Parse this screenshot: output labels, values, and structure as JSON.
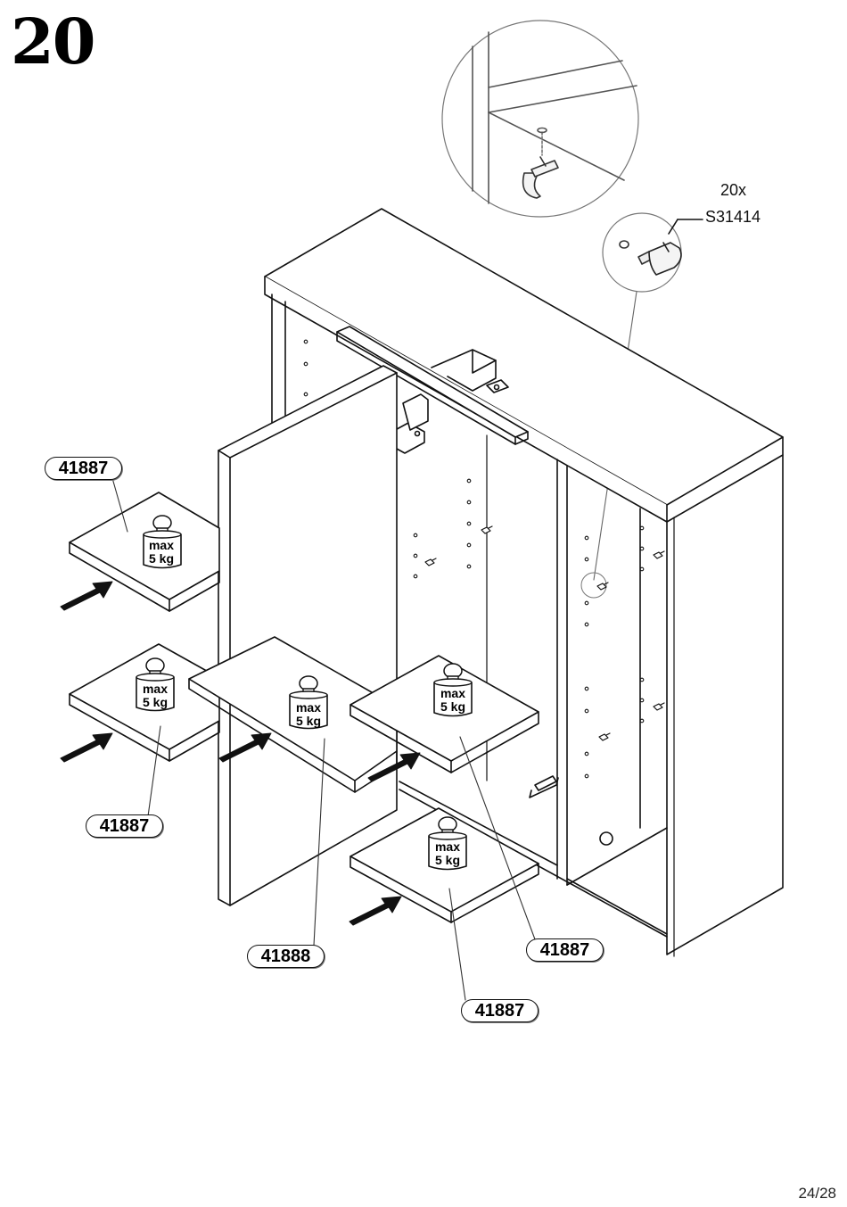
{
  "step_number": "20",
  "page_number": "24/28",
  "hardware": {
    "quantity": "20x",
    "code": "S31414",
    "icon": "shelf-support-pin-icon"
  },
  "load_label": {
    "line1": "max",
    "line2": "5 kg"
  },
  "shelves": [
    {
      "code": "41887"
    },
    {
      "code": "41887"
    },
    {
      "code": "41888"
    },
    {
      "code": "41887"
    },
    {
      "code": "41887"
    }
  ]
}
